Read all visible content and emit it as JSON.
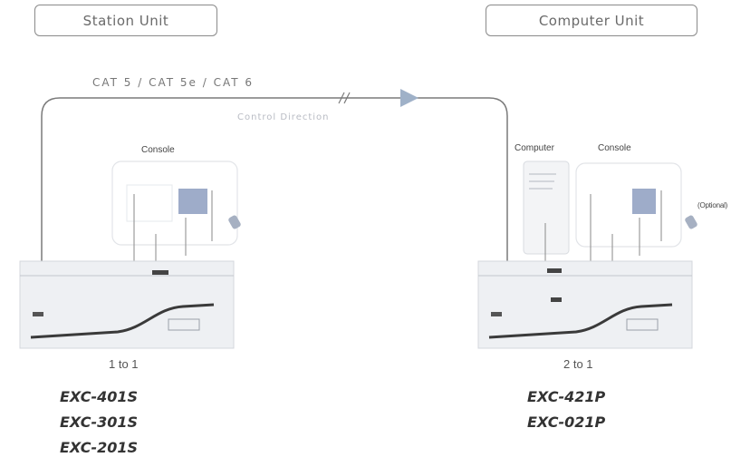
{
  "station": {
    "title": "Station Unit",
    "console_label": "Console",
    "ratio": "1 to 1",
    "models": [
      "EXC-401S",
      "EXC-301S",
      "EXC-201S"
    ]
  },
  "computer": {
    "title": "Computer Unit",
    "computer_label": "Computer",
    "console_label": "Console",
    "optional_label": "(Optional)",
    "ratio": "2 to 1",
    "models": [
      "EXC-421P",
      "EXC-021P"
    ]
  },
  "cable": {
    "label": "CAT 5 / CAT 5e / CAT 6",
    "direction_label": "Control Direction"
  },
  "colors": {
    "line": "#7a7a7a",
    "arrow": "#9fb1c8",
    "panel": "#eef0f3",
    "monitor": "#8d9dbf"
  }
}
